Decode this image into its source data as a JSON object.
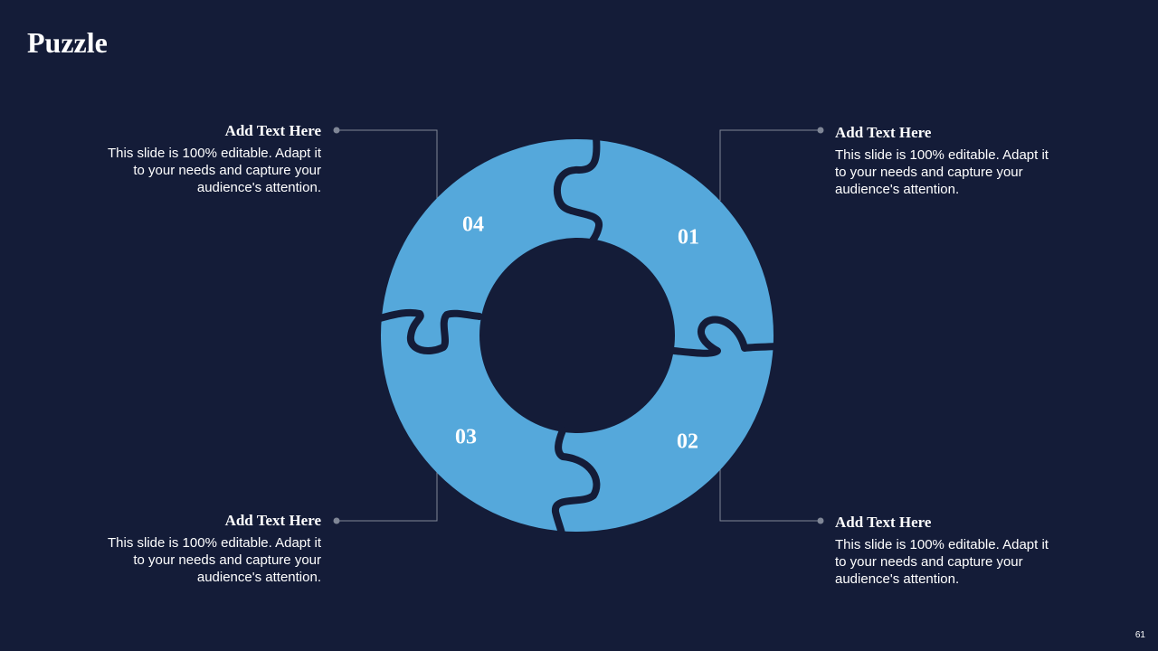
{
  "slide": {
    "title": "Puzzle",
    "page_number": "61"
  },
  "colors": {
    "background": "#141c38",
    "puzzle_fill": "#55a8db",
    "connector": "#7f8696",
    "text": "#ffffff"
  },
  "pieces": [
    {
      "number": "01"
    },
    {
      "number": "02"
    },
    {
      "number": "03"
    },
    {
      "number": "04"
    }
  ],
  "callouts": {
    "top_left": {
      "heading": "Add Text Here",
      "body": "This slide is 100% editable. Adapt it to your needs and capture your audience's attention."
    },
    "top_right": {
      "heading": "Add Text Here",
      "body": "This slide is 100% editable. Adapt it to your needs and capture your audience's attention."
    },
    "bottom_left": {
      "heading": "Add Text Here",
      "body": "This slide is 100% editable. Adapt it to your needs and capture your audience's attention."
    },
    "bottom_right": {
      "heading": "Add Text Here",
      "body": "This slide is 100% editable. Adapt it to your needs and capture your audience's attention."
    }
  }
}
